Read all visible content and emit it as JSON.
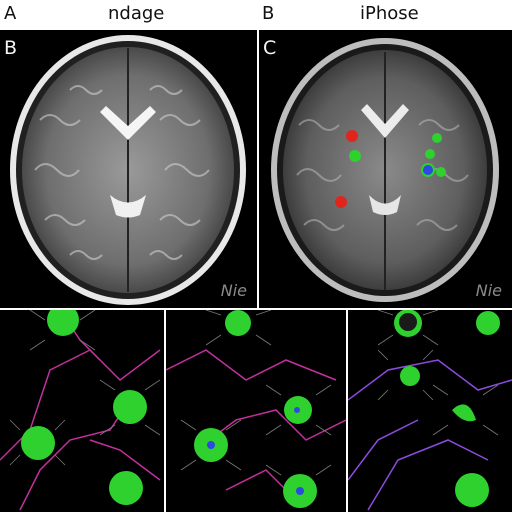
{
  "header": {
    "left_label": "A",
    "left_title": "ndage",
    "right_label": "B",
    "right_title": "iPhose"
  },
  "panels": {
    "top_left": {
      "label": "B",
      "watermark": "Nie"
    },
    "top_right": {
      "label": "C",
      "watermark": "Nie"
    }
  },
  "colors": {
    "neuron_green": "#2fd12f",
    "process_magenta": "#c2309c",
    "process_violet": "#8c4ce0",
    "lesion_red": "#e0261c",
    "lesion_blue": "#2f48e0"
  }
}
